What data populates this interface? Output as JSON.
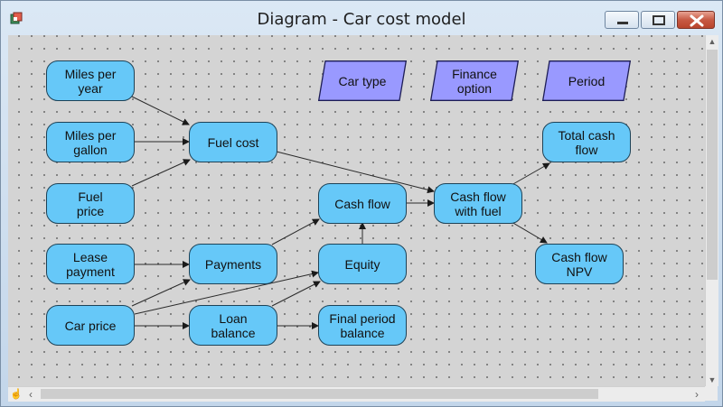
{
  "window": {
    "title": "Diagram - Car cost model"
  },
  "nodes": {
    "miles_per_year": "Miles per\nyear",
    "miles_per_gallon": "Miles per\ngallon",
    "fuel_price": "Fuel\nprice",
    "lease_payment": "Lease\npayment",
    "car_price": "Car price",
    "fuel_cost": "Fuel cost",
    "payments": "Payments",
    "loan_balance": "Loan\nbalance",
    "cash_flow": "Cash flow",
    "equity": "Equity",
    "final_period_balance": "Final period\nbalance",
    "cash_flow_with_fuel": "Cash flow\nwith fuel",
    "total_cash_flow": "Total cash\nflow",
    "cash_flow_npv": "Cash flow\nNPV"
  },
  "indices": {
    "car_type": "Car type",
    "finance_option": "Finance\noption",
    "period": "Period"
  },
  "colors": {
    "variable_fill": "#66c8f8",
    "index_fill": "#9999ff",
    "canvas": "#d4d4d4"
  }
}
